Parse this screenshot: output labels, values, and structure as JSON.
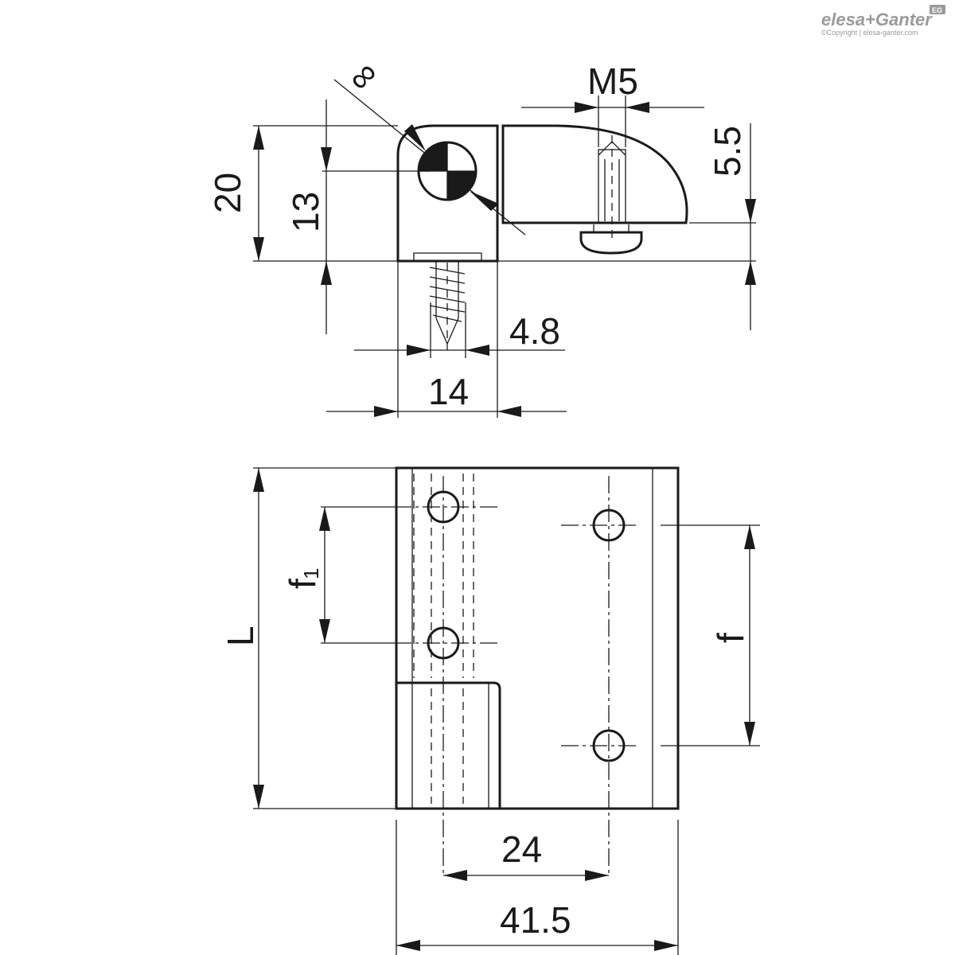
{
  "brand": {
    "name": "elesa+Ganter",
    "badge": "EG",
    "copyright": "©Copyright | elesa-ganter.com"
  },
  "top_view": {
    "symbol_label": "∞",
    "thread_label": "M5",
    "height_total": "20",
    "height_center": "13",
    "height_thread": "5.5",
    "screw_size": "4.8",
    "width_body": "14"
  },
  "front_view": {
    "length_label": "L",
    "pitch_small_label": "f",
    "pitch_small_sub": "1",
    "pitch_label": "f",
    "hole_spacing": "24",
    "width_total": "41.5"
  }
}
